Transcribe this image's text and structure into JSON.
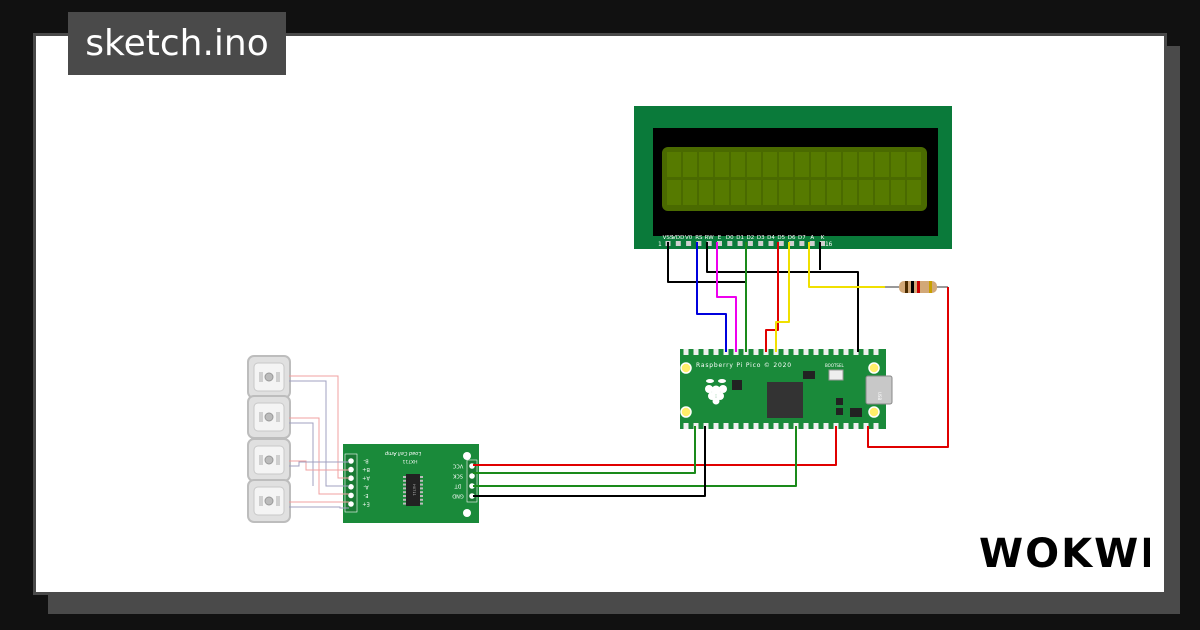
{
  "sketch": {
    "title": "sketch.ino"
  },
  "lcd": {
    "pins": [
      "VSS",
      "VDD",
      "V0",
      "RS",
      "RW",
      "E",
      "D0",
      "D1",
      "D2",
      "D3",
      "D4",
      "D5",
      "D6",
      "D7",
      "A",
      "K"
    ],
    "pin_first": "1",
    "pin_last": "16"
  },
  "pico": {
    "label": "Raspberry Pi Pico © 2020",
    "bootsel": "BOOTSEL",
    "usb": "USB"
  },
  "hx711": {
    "title": "Load Cell Amp",
    "chip": "HX711",
    "left_pins": [
      "B-",
      "B+",
      "A+",
      "A-",
      "E-",
      "E+"
    ],
    "right_pins": [
      "VCC",
      "SCK",
      "DT",
      "GND"
    ]
  },
  "logo": {
    "text": "WOKWI"
  },
  "colors": {
    "background": "#111111",
    "frame": "#4a4a4a",
    "canvas": "#ffffff",
    "pcb_green": "#1a8a3a",
    "lcd_pcb": "#0a7a3a",
    "lcd_glass": "#4a6a00",
    "wire_black": "#000000",
    "wire_red": "#e00000",
    "wire_green": "#1a8a1a",
    "wire_blue": "#0000dd",
    "wire_magenta": "#ee00ee",
    "wire_yellow": "#f0e000"
  }
}
